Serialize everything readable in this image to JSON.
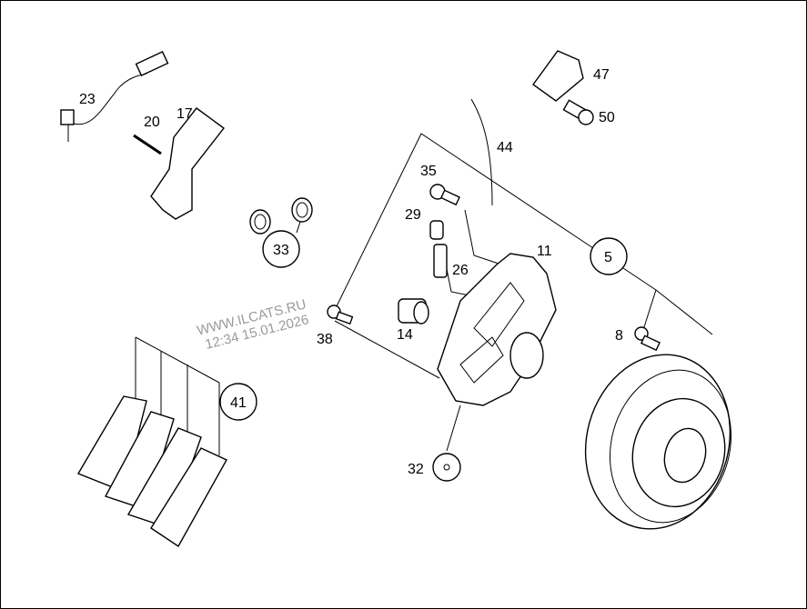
{
  "watermark": {
    "line1": "WWW.ILCATS.RU",
    "line2": "12:34 15.01.2026"
  },
  "callouts": {
    "c23": "23",
    "c20": "20",
    "c17": "17",
    "c33": "33",
    "c44": "44",
    "c47": "47",
    "c50": "50",
    "c35": "35",
    "c29": "29",
    "c26": "26",
    "c11": "11",
    "c5": "5",
    "c38": "38",
    "c14": "14",
    "c8": "8",
    "c41": "41",
    "c32": "32"
  }
}
